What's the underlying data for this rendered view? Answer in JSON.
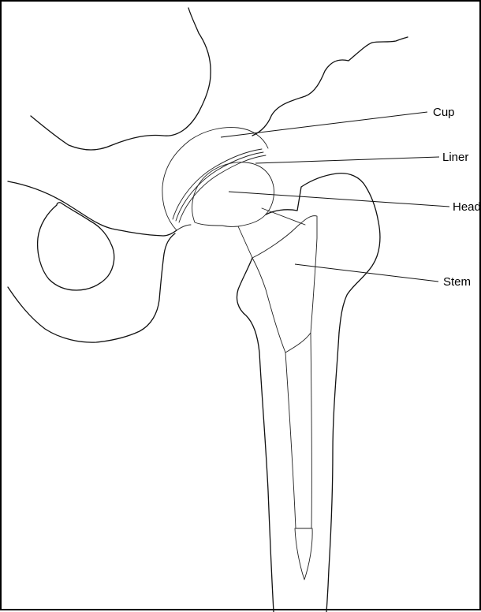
{
  "labels": {
    "cup": "Cup",
    "liner": "Liner",
    "head": "Head",
    "stem": "Stem"
  }
}
